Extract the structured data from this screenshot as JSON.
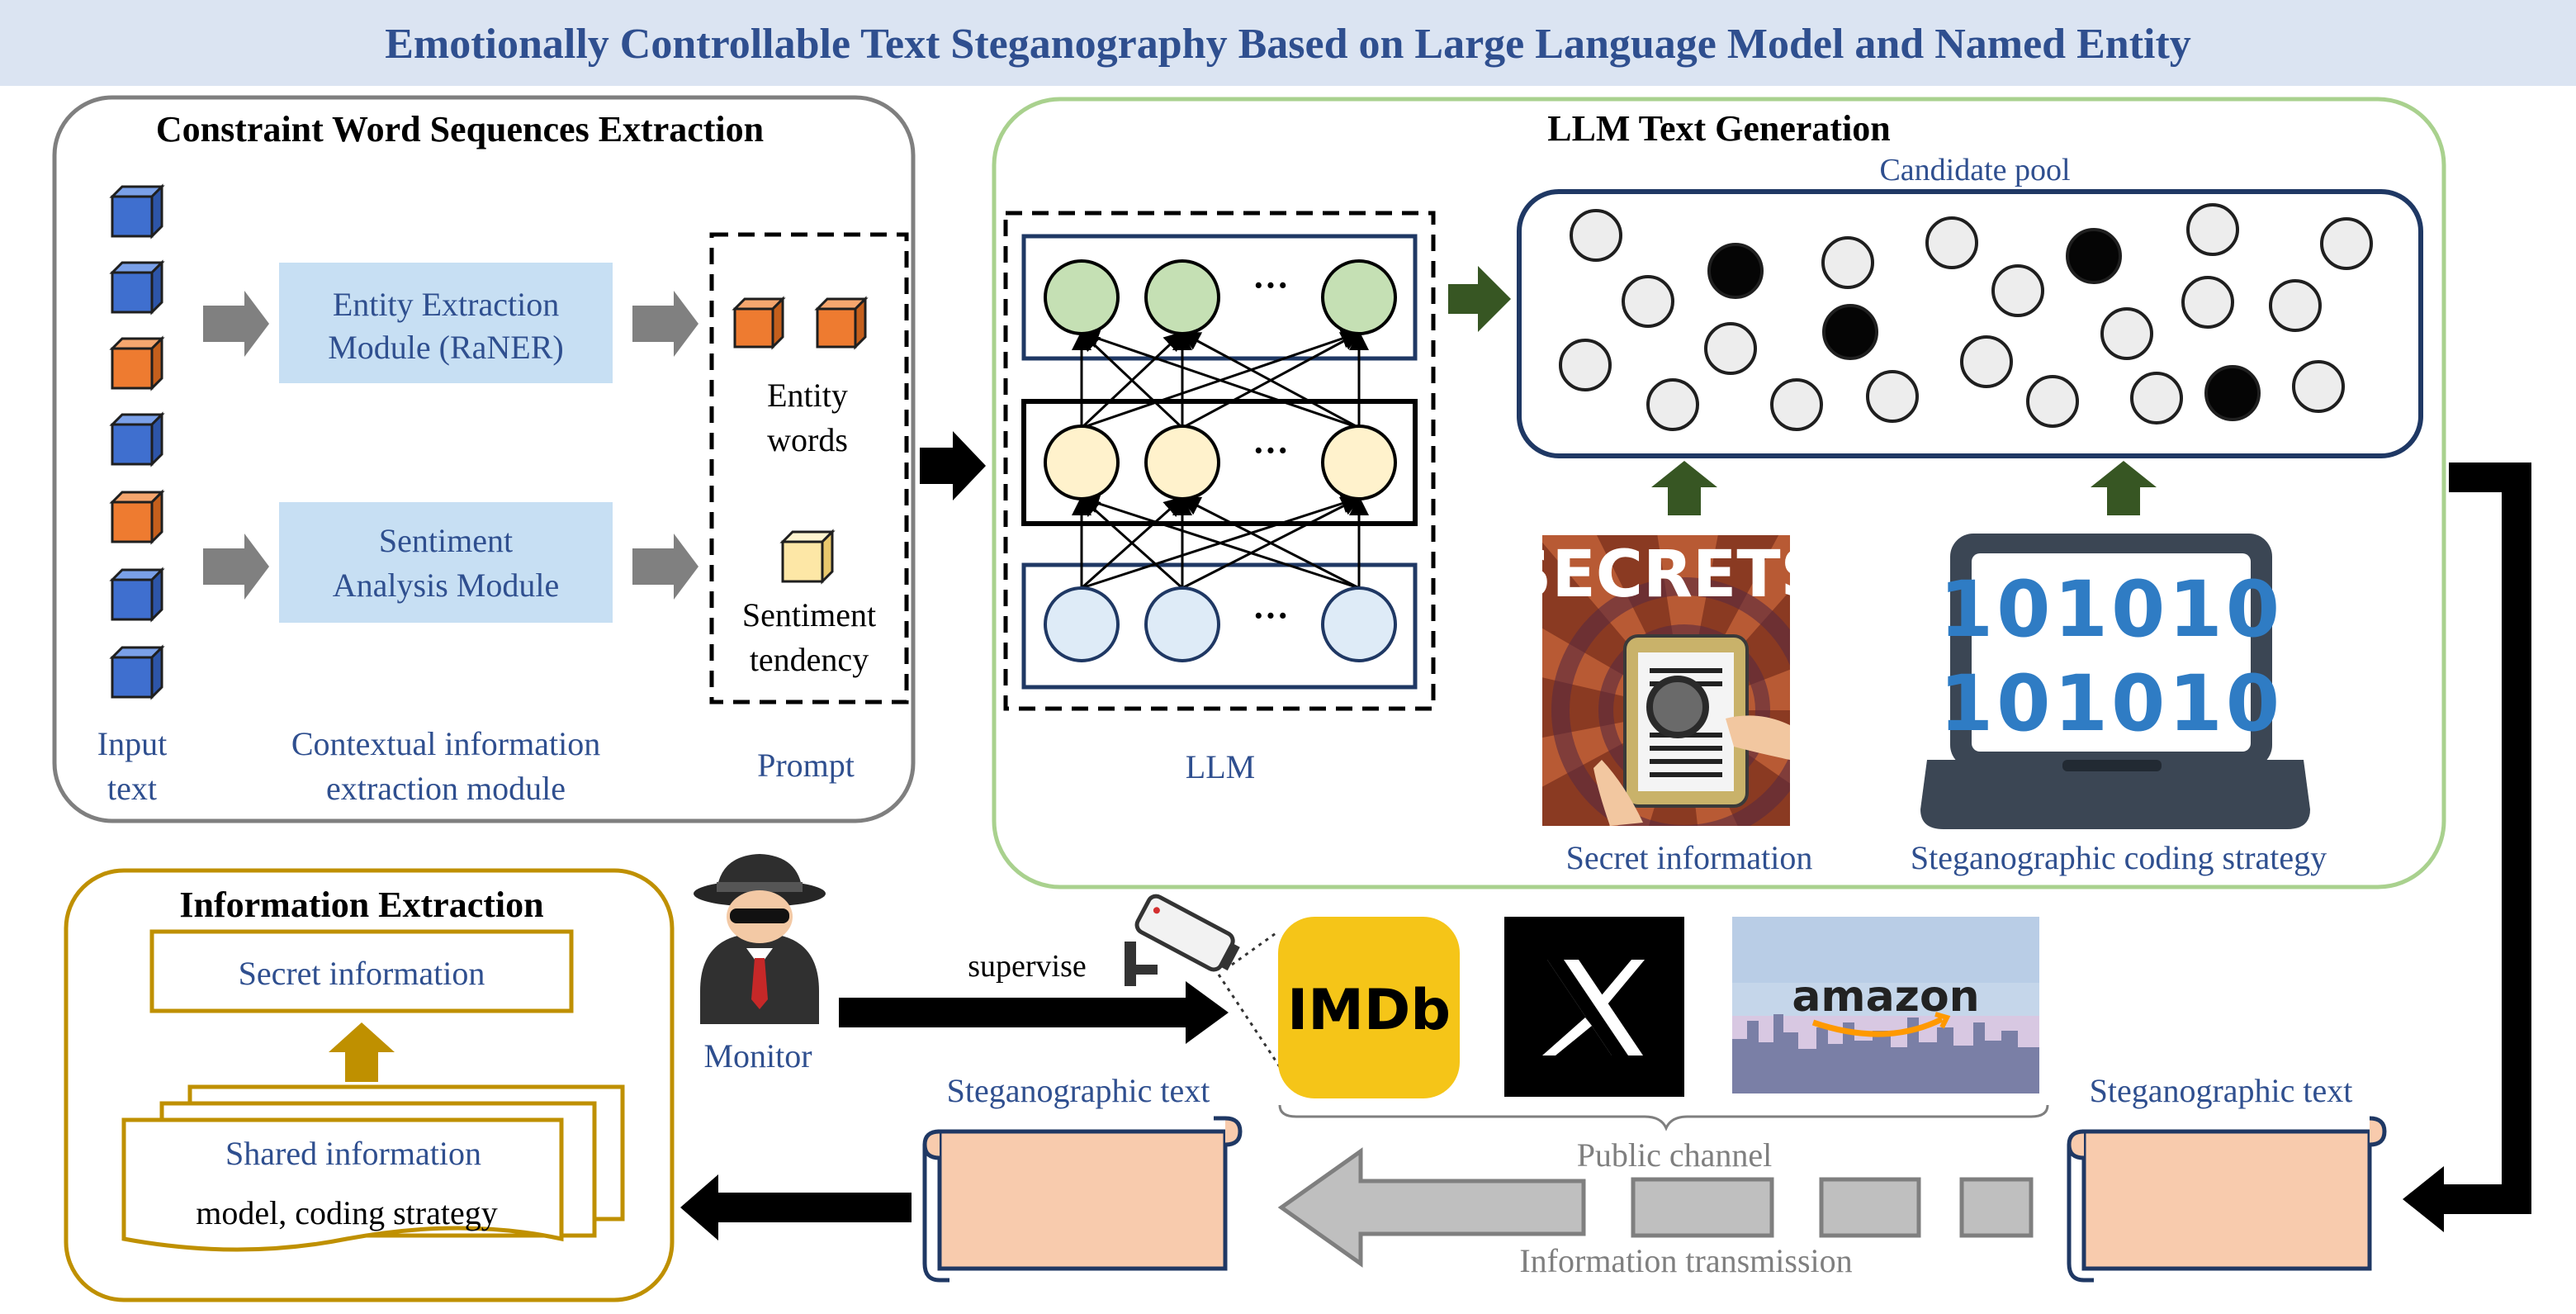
{
  "title": "Emotionally Controllable Text Steganography Based on Large Language Model and Named Entity",
  "extraction_panel": {
    "title": "Constraint Word Sequences Extraction",
    "entity_module": [
      "Entity Extraction",
      "Module (RaNER)"
    ],
    "sentiment_module": [
      "Sentiment",
      "Analysis Module"
    ],
    "entity_words": [
      "Entity",
      "words"
    ],
    "sentiment_tendency": [
      "Sentiment",
      "tendency"
    ],
    "input_text": [
      "Input",
      "text"
    ],
    "context_module": [
      "Contextual information",
      "extraction module"
    ],
    "prompt": "Prompt"
  },
  "generation_panel": {
    "title": "LLM Text Generation",
    "candidate_pool": "Candidate pool",
    "llm_label": "LLM",
    "ellipsis": "···",
    "secret_information": "Secret information",
    "coding_strategy": "Steganographic coding strategy",
    "secrets_poster_text": "SECRETS",
    "binary_lines": [
      "101010",
      "101010"
    ]
  },
  "info_extraction_panel": {
    "title": "Information Extraction",
    "secret_information": "Secret information",
    "shared_information": "Shared information",
    "shared_detail": "model, coding strategy"
  },
  "channel": {
    "monitor": "Monitor",
    "supervise": "supervise",
    "stego_text_left": "Steganographic text",
    "stego_text_right": "Steganographic text",
    "public_channel": "Public channel",
    "information_transmission": "Information transmission",
    "platforms": {
      "imdb": "IMDb",
      "x": "X",
      "amazon": "amazon"
    }
  },
  "colors": {
    "title_bar_bg": "#dbe4f2",
    "title_text": "#2f4f8f",
    "label_blue": "#2f4f8f",
    "cube_blue": "#3f6fcf",
    "cube_orange": "#ee7b30",
    "cube_yellow": "#fde7a6",
    "module_bg": "#c7dff3",
    "panel_gray_border": "#7f7f7f",
    "panel_green_border": "#a9d18e",
    "panel_gold_border": "#bf9000",
    "arrow_gray": "#808080",
    "arrow_green": "#375623",
    "arrow_gold": "#bf9000",
    "node_green": "#c5e0b4",
    "node_yellow": "#fff2cc",
    "node_blue": "#deebf7",
    "scroll_fill": "#f8cbad",
    "scroll_border": "#1f3864",
    "imdb_yellow": "#f5c518"
  }
}
